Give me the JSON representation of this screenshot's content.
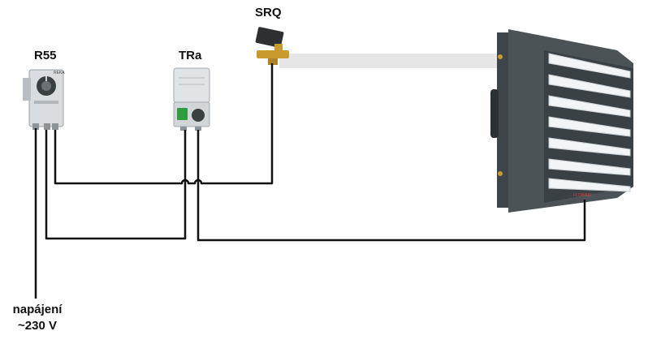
{
  "labels": {
    "r55": "R55",
    "tra": "TRa",
    "srq": "SRQ",
    "power_line1": "napájení",
    "power_line2": "~230 V"
  },
  "device_text": {
    "r55_brand": "REKA",
    "heater_brand": "FLOWAIR"
  },
  "colors": {
    "wire": "#111111",
    "air_band": "#e6e6e6",
    "housing": "#d9dde0",
    "heater_body": "#4b5357",
    "louver": "#f2f4f5",
    "switch_green": "#2f9e3f",
    "valve_brass": "#c99a2e"
  }
}
